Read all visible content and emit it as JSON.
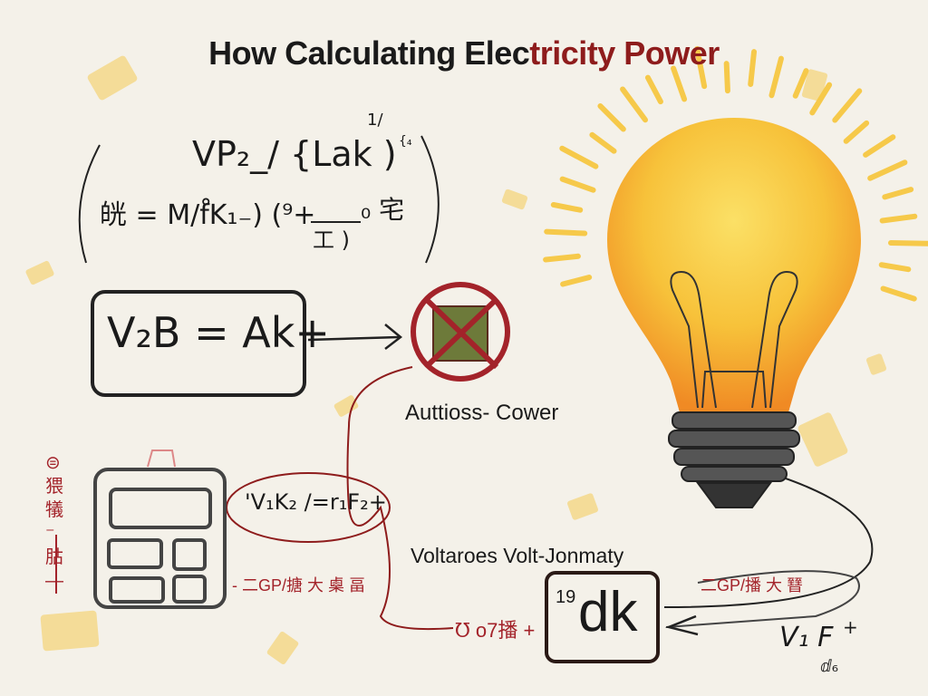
{
  "title": {
    "part1": "How Calculating Elec",
    "part2": "tricity Power"
  },
  "formulas": {
    "top_line1": "VP₂_/ {Lak )",
    "top_sup1": "1/",
    "top_sup2": "{₄",
    "top_line2": "㿠 = M/f̊K₁₋) (⁹+",
    "top_frac_den": "工 )",
    "top_tail": "₀ 宅",
    "boxed": "V₂B = Ak+",
    "oval": "'V₁K₂ /=r₁F₂+",
    "dk_sup": "19",
    "dk": "dk",
    "corner": "V₁ F",
    "corner_plus": "+",
    "corner_sub": "ⅆ₆"
  },
  "labels": {
    "autoss": "Auttioss- Cower",
    "voltaroes": "Voltaroes Volt-Jonmaty",
    "red_left_vertical": "⊜ 猥 犠 ⁻ 𦙶 —",
    "red_mid": "- 二GP/搪 大 㮚 畐",
    "red_right": "二GP/播 大 㬜",
    "red_bottom": "℧ o7播 +"
  },
  "colors": {
    "accent_red": "#a3232a",
    "title_red": "#8e1c1c",
    "bulb_yellow": "#f7c93a",
    "bulb_orange": "#f08a24",
    "ray": "#f6c94a"
  }
}
